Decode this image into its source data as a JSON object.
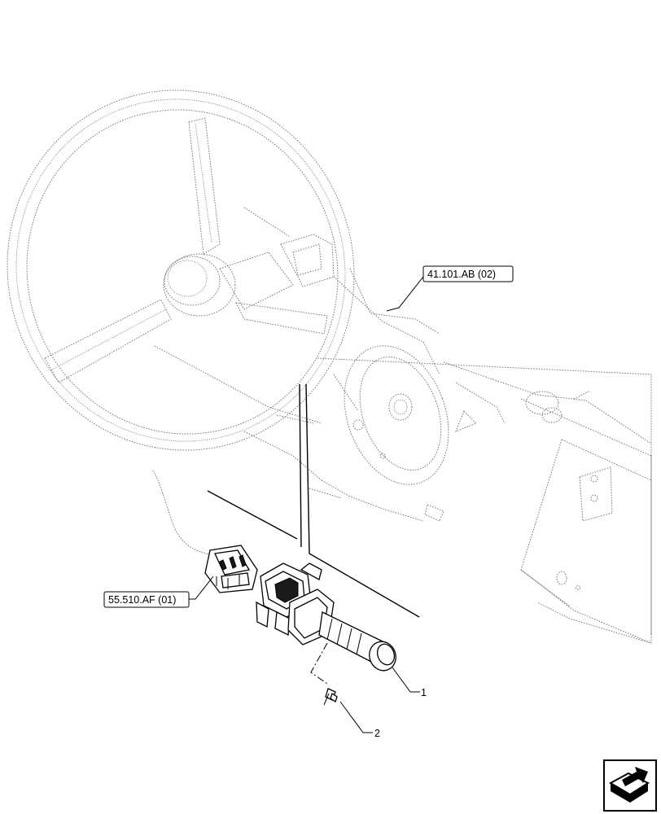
{
  "callouts": {
    "steering_column_ref": "41.101.AB (02)",
    "harness_ref": "55.510.AF (01)"
  },
  "item_numbers": {
    "item_1": "1",
    "item_2": "2"
  },
  "icons": {
    "nav": "next-page-arrow-icon"
  }
}
